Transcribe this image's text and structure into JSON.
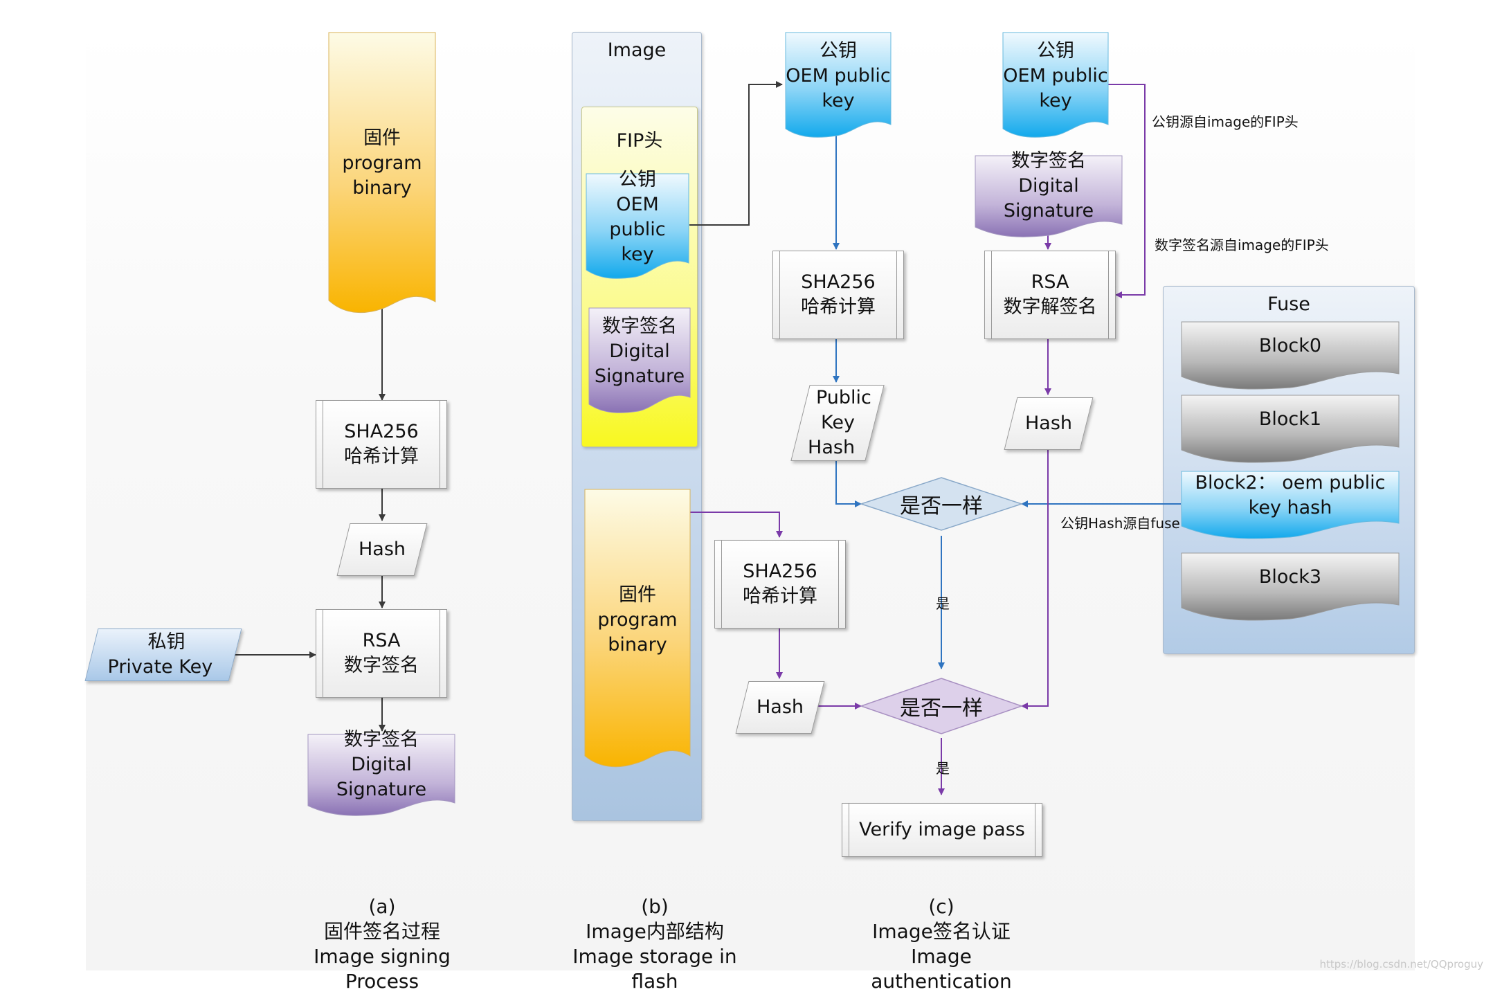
{
  "col_a": {
    "firmware_doc": {
      "line1": "固件",
      "line2": "program",
      "line3": "binary"
    },
    "sha256": {
      "line1": "SHA256",
      "line2": "哈希计算"
    },
    "hash": "Hash",
    "private_key": {
      "line1": "私钥",
      "line2": "Private Key"
    },
    "rsa": {
      "line1": "RSA",
      "line2": "数字签名"
    },
    "signature_doc": {
      "line1": "数字签名",
      "line2": "Digital Signature"
    },
    "caption": {
      "tag": "(a)",
      "cn": "固件签名过程",
      "en": "Image signing Process"
    }
  },
  "col_b": {
    "image_title": "Image",
    "fip_title": "FIP头",
    "pubkey_doc": {
      "line1": "公钥",
      "line2": "OEM public",
      "line3": "key"
    },
    "signature_doc": {
      "line1": "数字签名",
      "line2": "Digital",
      "line3": "Signature"
    },
    "firmware_doc": {
      "line1": "固件",
      "line2": "program",
      "line3": "binary"
    },
    "caption": {
      "tag": "(b)",
      "cn": "Image内部结构",
      "en": "Image storage in flash"
    }
  },
  "col_c": {
    "pubkey_doc": {
      "line1": "公钥",
      "line2": "OEM public",
      "line3": "key"
    },
    "sha256_top": {
      "line1": "SHA256",
      "line2": "哈希计算"
    },
    "pubkey_hash": {
      "line1": "Public",
      "line2": "Key",
      "line3": "Hash"
    },
    "compare1": "是否一样",
    "yes1": "是",
    "sha256_bottom": {
      "line1": "SHA256",
      "line2": "哈希计算"
    },
    "hash_left": "Hash",
    "compare2": "是否一样",
    "yes2": "是",
    "verify": "Verify image pass",
    "pubkey_doc2": {
      "line1": "公钥",
      "line2": "OEM public",
      "line3": "key"
    },
    "signature_doc": {
      "line1": "数字签名",
      "line2": "Digital Signature"
    },
    "rsa": {
      "line1": "RSA",
      "line2": "数字解签名"
    },
    "hash_right": "Hash",
    "note_pubkey_src": "公钥源自image的FIP头",
    "note_sig_src": "数字签名源自image的FIP头",
    "note_hash_src": "公钥Hash源自fuse",
    "caption": {
      "tag": "(c)",
      "cn": "Image签名认证",
      "en": "Image authentication"
    }
  },
  "fuse": {
    "title": "Fuse",
    "blocks": [
      "Block0",
      "Block1",
      "Block2： oem public key hash",
      "Block3"
    ]
  },
  "watermark": "https://blog.csdn.net/QQproguy",
  "colors": {
    "gray_arrow": "#3a3a3a",
    "blue_arrow": "#2f74c0",
    "purple_arrow": "#7a3aa8"
  }
}
